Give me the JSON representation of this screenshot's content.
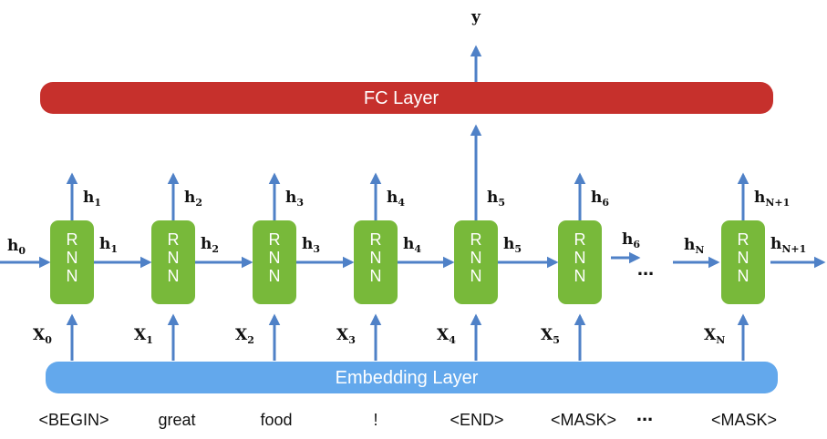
{
  "output_label": {
    "base": "y",
    "sub": ""
  },
  "fc_layer_label": "FC Layer",
  "embedding_layer_label": "Embedding Layer",
  "rnn_letters": [
    "R",
    "N",
    "N"
  ],
  "initial_hidden": {
    "base": "h",
    "sub": "0"
  },
  "cells": [
    {
      "input": {
        "base": "X",
        "sub": "0"
      },
      "up": {
        "base": "h",
        "sub": "1"
      },
      "right": {
        "base": "h",
        "sub": "1"
      }
    },
    {
      "input": {
        "base": "X",
        "sub": "1"
      },
      "up": {
        "base": "h",
        "sub": "2"
      },
      "right": {
        "base": "h",
        "sub": "2"
      }
    },
    {
      "input": {
        "base": "X",
        "sub": "2"
      },
      "up": {
        "base": "h",
        "sub": "3"
      },
      "right": {
        "base": "h",
        "sub": "3"
      }
    },
    {
      "input": {
        "base": "X",
        "sub": "3"
      },
      "up": {
        "base": "h",
        "sub": "4"
      },
      "right": {
        "base": "h",
        "sub": "4"
      }
    },
    {
      "input": {
        "base": "X",
        "sub": "4"
      },
      "up": {
        "base": "h",
        "sub": "5"
      },
      "right": {
        "base": "h",
        "sub": "5"
      }
    },
    {
      "input": {
        "base": "X",
        "sub": "5"
      },
      "up": {
        "base": "h",
        "sub": "6"
      },
      "right": {
        "base": "h",
        "sub": "6"
      }
    },
    {
      "input": {
        "base": "X",
        "sub": "N"
      },
      "up": {
        "base": "h",
        "sub": "N+1"
      },
      "right": {
        "base": "h",
        "sub": "N+1"
      }
    }
  ],
  "incoming_last": {
    "base": "h",
    "sub": "N"
  },
  "ellipsis": "...",
  "tokens": [
    "<BEGIN>",
    "great",
    "food",
    "!",
    "<END>",
    "<MASK>",
    "...",
    "<MASK>"
  ],
  "colors": {
    "fc_layer": "#c6302c",
    "embedding_layer": "#63a8ec",
    "rnn_cell": "#78b93a",
    "arrow": "#4f81c7"
  }
}
